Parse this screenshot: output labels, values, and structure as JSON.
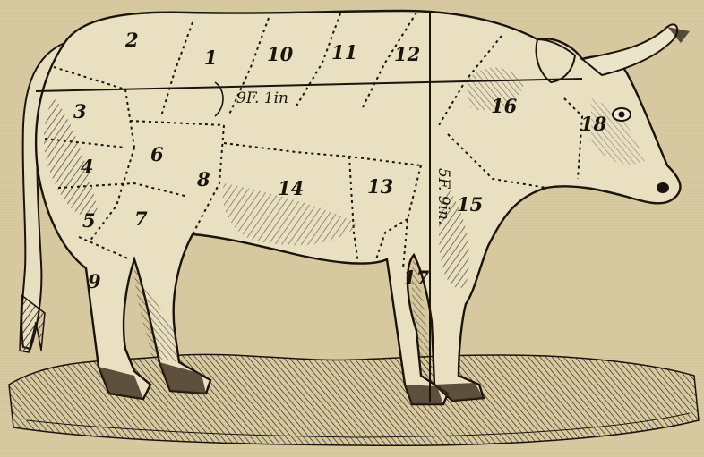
{
  "illustration": {
    "subject": "ox-cuts-engraving",
    "colors": {
      "paper": "#d8cba2",
      "ink": "#1c140c"
    }
  },
  "cuts": [
    {
      "number": "1"
    },
    {
      "number": "2"
    },
    {
      "number": "3"
    },
    {
      "number": "4"
    },
    {
      "number": "5"
    },
    {
      "number": "6"
    },
    {
      "number": "7"
    },
    {
      "number": "8"
    },
    {
      "number": "9"
    },
    {
      "number": "10"
    },
    {
      "number": "11"
    },
    {
      "number": "12"
    },
    {
      "number": "13"
    },
    {
      "number": "14"
    },
    {
      "number": "15"
    },
    {
      "number": "16"
    },
    {
      "number": "17"
    },
    {
      "number": "18"
    }
  ],
  "measurements": {
    "length": "9F. 1in",
    "height": "5F. 9in."
  }
}
